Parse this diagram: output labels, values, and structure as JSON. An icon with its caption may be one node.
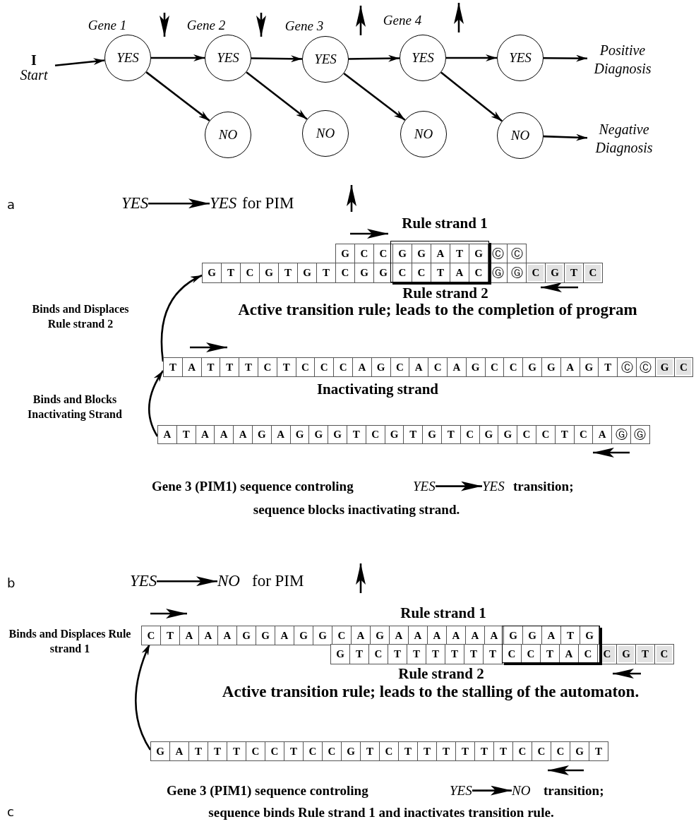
{
  "diagram": {
    "nodes": [
      {
        "text": [
          "I",
          "Start"
        ]
      },
      {
        "text": [
          "YES"
        ],
        "beside": [
          "Gene 1"
        ]
      },
      {
        "text": [
          "YES"
        ],
        "beside": [
          "Gene 2"
        ]
      },
      {
        "text": [
          "YES"
        ],
        "beside": [
          "Gene 3"
        ]
      },
      {
        "text": [
          "YES"
        ],
        "beside": [
          "Gene 4"
        ]
      },
      {
        "text": [
          "YES"
        ]
      },
      {
        "text": [
          "Positive Diagnosis"
        ]
      },
      {
        "text": [
          "NO"
        ]
      },
      {
        "text": [
          "NO"
        ]
      },
      {
        "text": [
          "NO"
        ]
      },
      {
        "text": [
          "NO"
        ]
      },
      {
        "text": [
          "Negative Diagnosis"
        ]
      },
      {
        "text": [
          "G C C G G A T G Ⓒ Ⓒ"
        ],
        "beside": [
          "Rule strand 1"
        ]
      },
      {
        "text": [
          "G T C G T G T C G G C C T A C Ⓖ Ⓖ C G T C"
        ],
        "beside": [
          "Rule strand 2"
        ]
      },
      {
        "text": [
          "T A T T T C T C C C A G C A C A G C C G G A G T Ⓒ Ⓒ G C"
        ],
        "beside": [
          "Inactivating strand"
        ]
      },
      {
        "text": [
          "A T A A A G A G G G T C G T G T C G G C C T C A Ⓖ Ⓖ"
        ]
      },
      {
        "text": [
          "C T A A A G G A G G C A G A A A A A A G G A T G"
        ],
        "beside": [
          "Rule strand 1"
        ]
      },
      {
        "text": [
          "G T C T T T T T T C C T A C C G T C"
        ],
        "beside": [
          "Rule strand 2"
        ]
      },
      {
        "text": [
          "G A T T T C C T C C G T C T T T T T T C C C G T"
        ]
      },
      {
        "text": [
          "YES"
        ]
      },
      {
        "text": [
          "YES"
        ]
      },
      {
        "text": [
          "YES"
        ]
      },
      {
        "text": [
          "YES"
        ]
      },
      {
        "text": [
          "YES"
        ]
      },
      {
        "text": [
          "NO"
        ]
      },
      {
        "text": [
          "YES"
        ]
      },
      {
        "text": [
          "NO"
        ]
      }
    ],
    "edges": [
      {
        "from": 0,
        "to": 1,
        "arrow": "to"
      },
      {
        "from": 1,
        "to": 2,
        "arrow": "to"
      },
      {
        "from": 2,
        "to": 3,
        "arrow": "to"
      },
      {
        "from": 3,
        "to": 4,
        "arrow": "to"
      },
      {
        "from": 4,
        "to": 5,
        "arrow": "to"
      },
      {
        "from": 5,
        "to": 6,
        "arrow": "to"
      },
      {
        "from": 1,
        "to": 7,
        "arrow": "to"
      },
      {
        "from": 2,
        "to": 8,
        "arrow": "to"
      },
      {
        "from": 3,
        "to": 9,
        "arrow": "to"
      },
      {
        "from": 4,
        "to": 10,
        "arrow": "to"
      },
      {
        "from": 10,
        "to": 11,
        "arrow": "to"
      },
      {
        "from": 15,
        "to": 14,
        "arrow": "to",
        "label": "Binds and Blocks Inactivating Strand"
      },
      {
        "from": 14,
        "to": 13,
        "arrow": "to",
        "label": "Binds and Displaces Rule strand 2"
      },
      {
        "from": 18,
        "to": 16,
        "arrow": "to",
        "label": "Binds and Displaces Rule strand 1"
      },
      {
        "from": 19,
        "to": 20,
        "arrow": "to"
      },
      {
        "from": 21,
        "to": 22,
        "arrow": "to"
      },
      {
        "from": 23,
        "to": 24,
        "arrow": "to"
      },
      {
        "from": 25,
        "to": 26,
        "arrow": "to"
      }
    ],
    "labels": [
      "a",
      "for PIM",
      "Active transition rule; leads to the completion of program",
      "Gene 3 (PIM1) sequence controling",
      "transition;",
      "sequence blocks inactivating strand.",
      "b",
      "for PIM",
      "Active transition rule; leads to the stalling of the automaton.",
      "Gene 3 (PIM1) sequence controling",
      "transition;",
      "sequence binds Rule strand 1 and inactivates transition rule.",
      "c"
    ]
  }
}
